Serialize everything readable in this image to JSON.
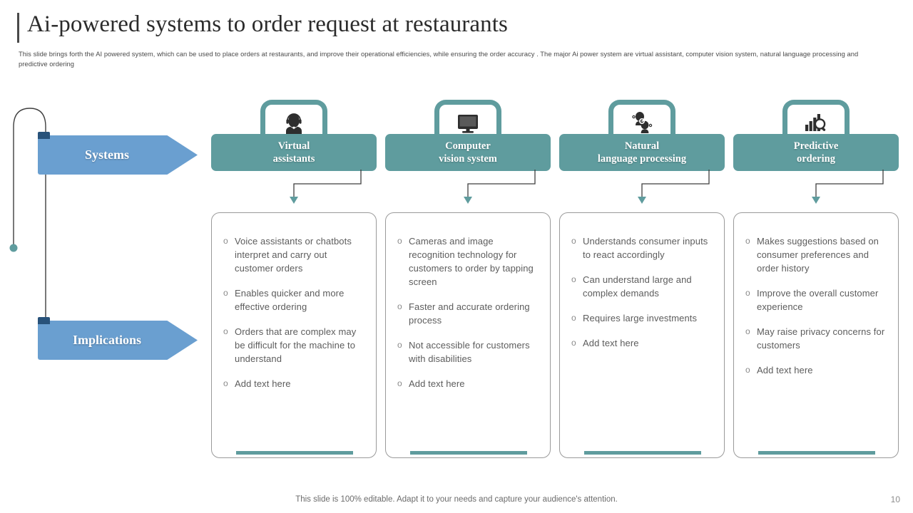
{
  "slide": {
    "title": "Ai-powered systems to order request at restaurants",
    "subtitle": "This slide brings forth the AI  powered system, which can be used to place orders at restaurants, and improve their operational efficiencies, while ensuring the order accuracy . The major Ai power system are virtual assistant, computer vision system, natural language processing and predictive ordering",
    "footer_note": "This slide is 100% editable. Adapt it to your needs and capture your audience's attention.",
    "page_number": "10"
  },
  "colors": {
    "teal": "#5f9c9e",
    "blue": "#6a9fd0",
    "navy_tab": "#28527a",
    "card_border": "#9a9a9a",
    "body_text": "#5c5c5c"
  },
  "side_arrows": [
    {
      "label": "Systems"
    },
    {
      "label": "Implications"
    }
  ],
  "bullet_marker": "o",
  "columns": [
    {
      "icon": "headset-agent-icon",
      "title_line1": "Virtual",
      "title_line2": "assistants",
      "bullets": [
        "Voice assistants or chatbots interpret and carry out customer orders",
        "Enables quicker and more effective ordering",
        "Orders that are complex may be difficult for the machine to understand",
        "Add text here"
      ]
    },
    {
      "icon": "monitor-icon",
      "title_line1": "Computer",
      "title_line2": "vision system",
      "bullets": [
        "Cameras and image recognition technology for customers to order by tapping screen",
        "Faster and accurate ordering process",
        "Not accessible for customers with disabilities",
        "Add text here"
      ]
    },
    {
      "icon": "conversation-heads-icon",
      "title_line1": "Natural",
      "title_line2": "language processing",
      "bullets": [
        "Understands consumer inputs to react accordingly",
        "Can understand large and complex demands",
        "Requires large investments",
        "Add text here"
      ]
    },
    {
      "icon": "bar-chart-magnifier-icon",
      "title_line1": "Predictive",
      "title_line2": "ordering",
      "bullets": [
        "Makes suggestions based on consumer preferences and order history",
        "Improve the overall customer experience",
        "May raise privacy concerns for customers",
        "Add text here"
      ]
    }
  ]
}
